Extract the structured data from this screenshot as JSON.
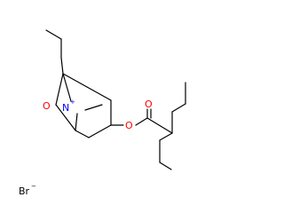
{
  "molecule": {
    "atoms": {
      "oxygen_epoxide": "O",
      "nitrogen": "N",
      "nitrogen_charge": "+",
      "oxygen_ester_single": "O",
      "oxygen_ester_double": "O",
      "bromide": "Br",
      "bromide_charge": "−"
    },
    "colors": {
      "bond": "#000000",
      "oxygen": "#ff0000",
      "nitrogen": "#0000ff",
      "bromide": "#000000"
    }
  }
}
